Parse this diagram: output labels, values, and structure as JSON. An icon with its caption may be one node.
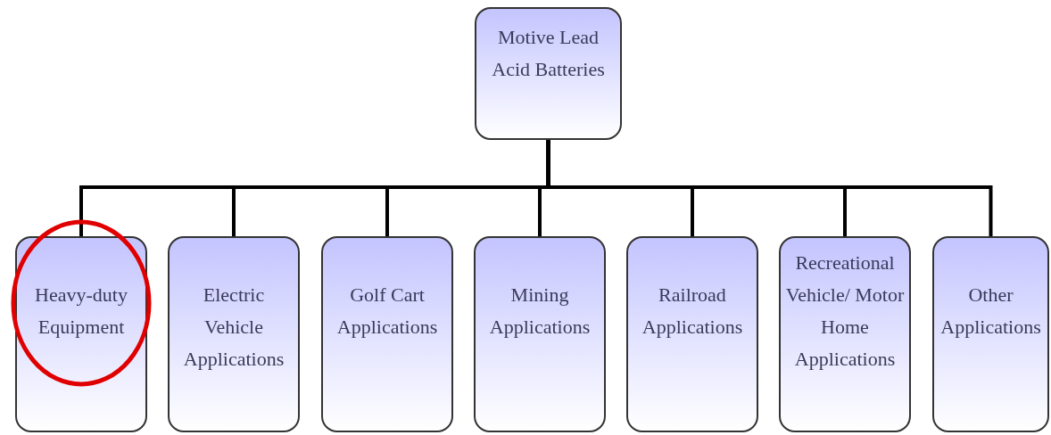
{
  "diagram": {
    "nodes": [
      {
        "text": [
          "Motive Lead Acid Batteries"
        ]
      },
      {
        "text": [
          "Heavy-duty Equipment"
        ]
      },
      {
        "text": [
          "Electric Vehicle Applications"
        ]
      },
      {
        "text": [
          "Golf Cart Applications"
        ]
      },
      {
        "text": [
          "Mining Applications"
        ]
      },
      {
        "text": [
          "Railroad Applications"
        ]
      },
      {
        "text": [
          "Recreational Vehicle/ Motor Home Applications"
        ]
      },
      {
        "text": [
          "Other Applications"
        ]
      }
    ],
    "edges": [
      {
        "from": 0,
        "to": 1,
        "arrow": "none"
      },
      {
        "from": 0,
        "to": 2,
        "arrow": "none"
      },
      {
        "from": 0,
        "to": 3,
        "arrow": "none"
      },
      {
        "from": 0,
        "to": 4,
        "arrow": "none"
      },
      {
        "from": 0,
        "to": 5,
        "arrow": "none"
      },
      {
        "from": 0,
        "to": 6,
        "arrow": "none"
      },
      {
        "from": 0,
        "to": 7,
        "arrow": "none"
      }
    ]
  }
}
